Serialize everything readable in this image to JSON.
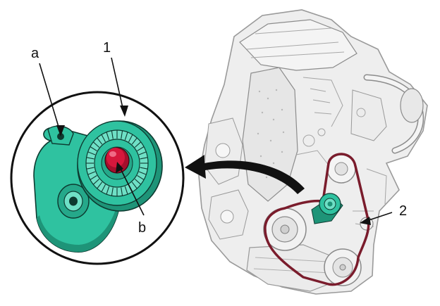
{
  "diagram": {
    "callouts": {
      "a": "a",
      "one": "1",
      "b": "b",
      "two": "2"
    },
    "colors": {
      "component_fill": "#2fc2a0",
      "component_dark": "#1e9478",
      "component_light": "#6fe0c6",
      "bolt": "#d6173c",
      "belt": "#7a1c2c",
      "engine_line": "#9a9a9a",
      "engine_fill": "#eeeeee",
      "outline": "#111111"
    },
    "icons": {
      "detail_circle": "magnifier-circle",
      "arrow": "curved-arrow-left"
    }
  }
}
